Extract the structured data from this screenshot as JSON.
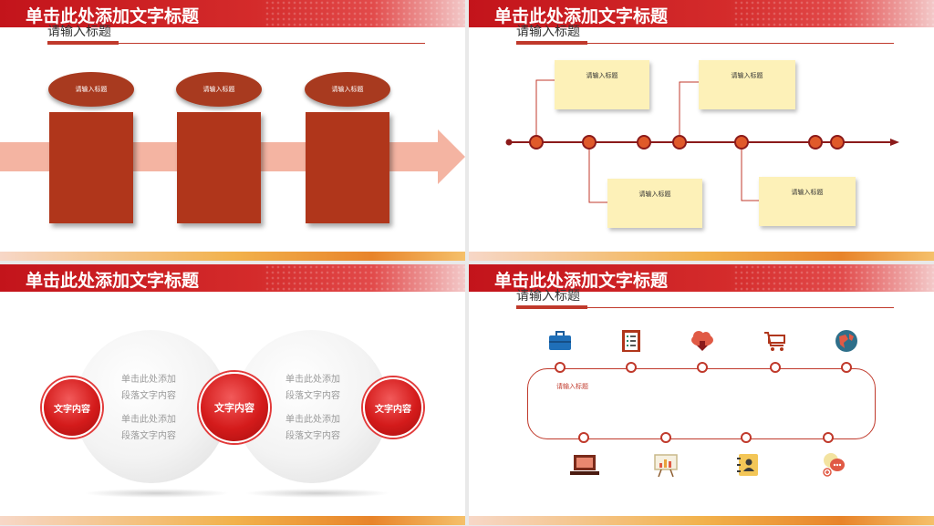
{
  "header_title": "单击此处添加文字标题",
  "subtitle": "请输入标题",
  "slide1": {
    "oval_labels": [
      "请输入标题",
      "请输入标题",
      "请输入标题"
    ]
  },
  "slide2": {
    "notes": [
      "请输入标题",
      "请输入标题",
      "请输入标题",
      "请输入标题"
    ]
  },
  "slide3": {
    "paragraph": [
      "单击此处添加",
      "段落文字内容",
      "单击此处添加",
      "段落文字内容"
    ],
    "buttons": [
      "文字内容",
      "文字内容",
      "文字内容"
    ]
  },
  "slide4": {
    "label": "请输入标题",
    "top_icons": [
      "briefcase-icon",
      "checklist-icon",
      "cloud-download-icon",
      "shopping-cart-icon",
      "globe-icon"
    ],
    "bottom_icons": [
      "laptop-icon",
      "presentation-board-icon",
      "contact-book-icon",
      "chat-bubble-icon"
    ]
  },
  "colors": {
    "primary": "#c3141b",
    "accent": "#b0361b",
    "note": "#fdf1b8"
  }
}
